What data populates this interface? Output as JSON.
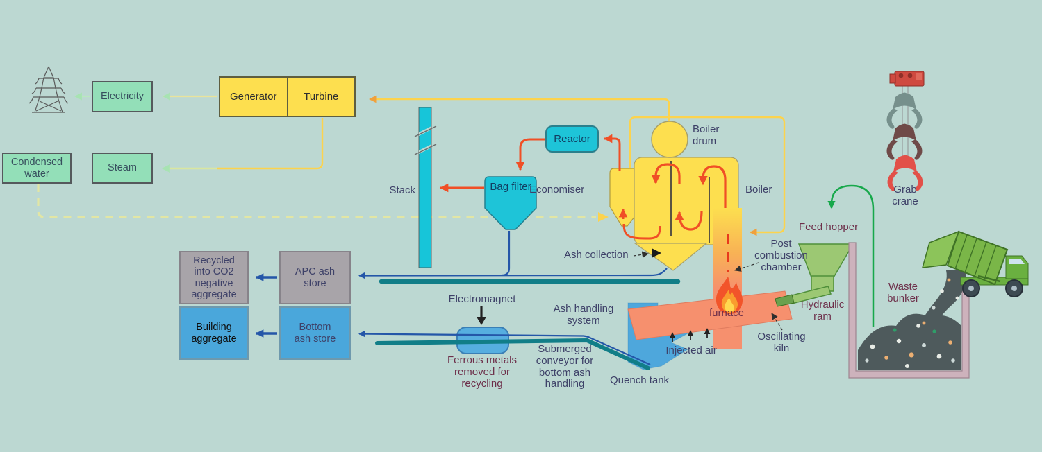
{
  "boxes": {
    "electricity": "Electricity",
    "generator": "Generator",
    "turbine": "Turbine",
    "condensed_water": "Condensed water",
    "steam": "Steam",
    "recycled_aggregate": "Recycled into CO2 negative aggregate",
    "apc_ash_store": "APC ash store",
    "building_aggregate": "Building aggregate",
    "bottom_ash_store": "Bottom ash store",
    "reactor": "Reactor",
    "bag_filter": "Bag filter"
  },
  "labels": {
    "stack": "Stack",
    "economiser": "Economiser",
    "boiler_drum": "Boiler drum",
    "boiler": "Boiler",
    "ash_collection": "Ash collection",
    "post_combustion": "Post combustion chamber",
    "furnace": "furnace",
    "injected_air": "Injected air",
    "oscillating_kiln": "Oscillating kiln",
    "hydraulic_ram": "Hydraulic ram",
    "feed_hopper": "Feed hopper",
    "grab_crane": "Grab crane",
    "waste_bunker": "Waste bunker",
    "quench_tank": "Quench tank",
    "ash_handling": "Ash handling system",
    "submerged_conveyor": "Submerged conveyor for bottom ash handling",
    "electromagnet": "Electromagnet",
    "ferrous_metals": "Ferrous metals removed for recycling"
  },
  "colors": {
    "background": "#bcd8d2",
    "box_green": "#93dfb8",
    "box_yellow": "#fddf4f",
    "box_gray": "#a8a4a9",
    "box_blue": "#4aa7db",
    "cyan": "#1ec4d8",
    "salmon": "#f6906e",
    "teal_line": "#117e88",
    "blue_line": "#2456a8",
    "red_line": "#f04f26",
    "yellow_line": "#fcd34d",
    "green_line": "#17a84b",
    "pale_green_arrow": "#a7e3b2",
    "label_navy": "#3e4168",
    "label_maroon": "#6d2f4a"
  }
}
